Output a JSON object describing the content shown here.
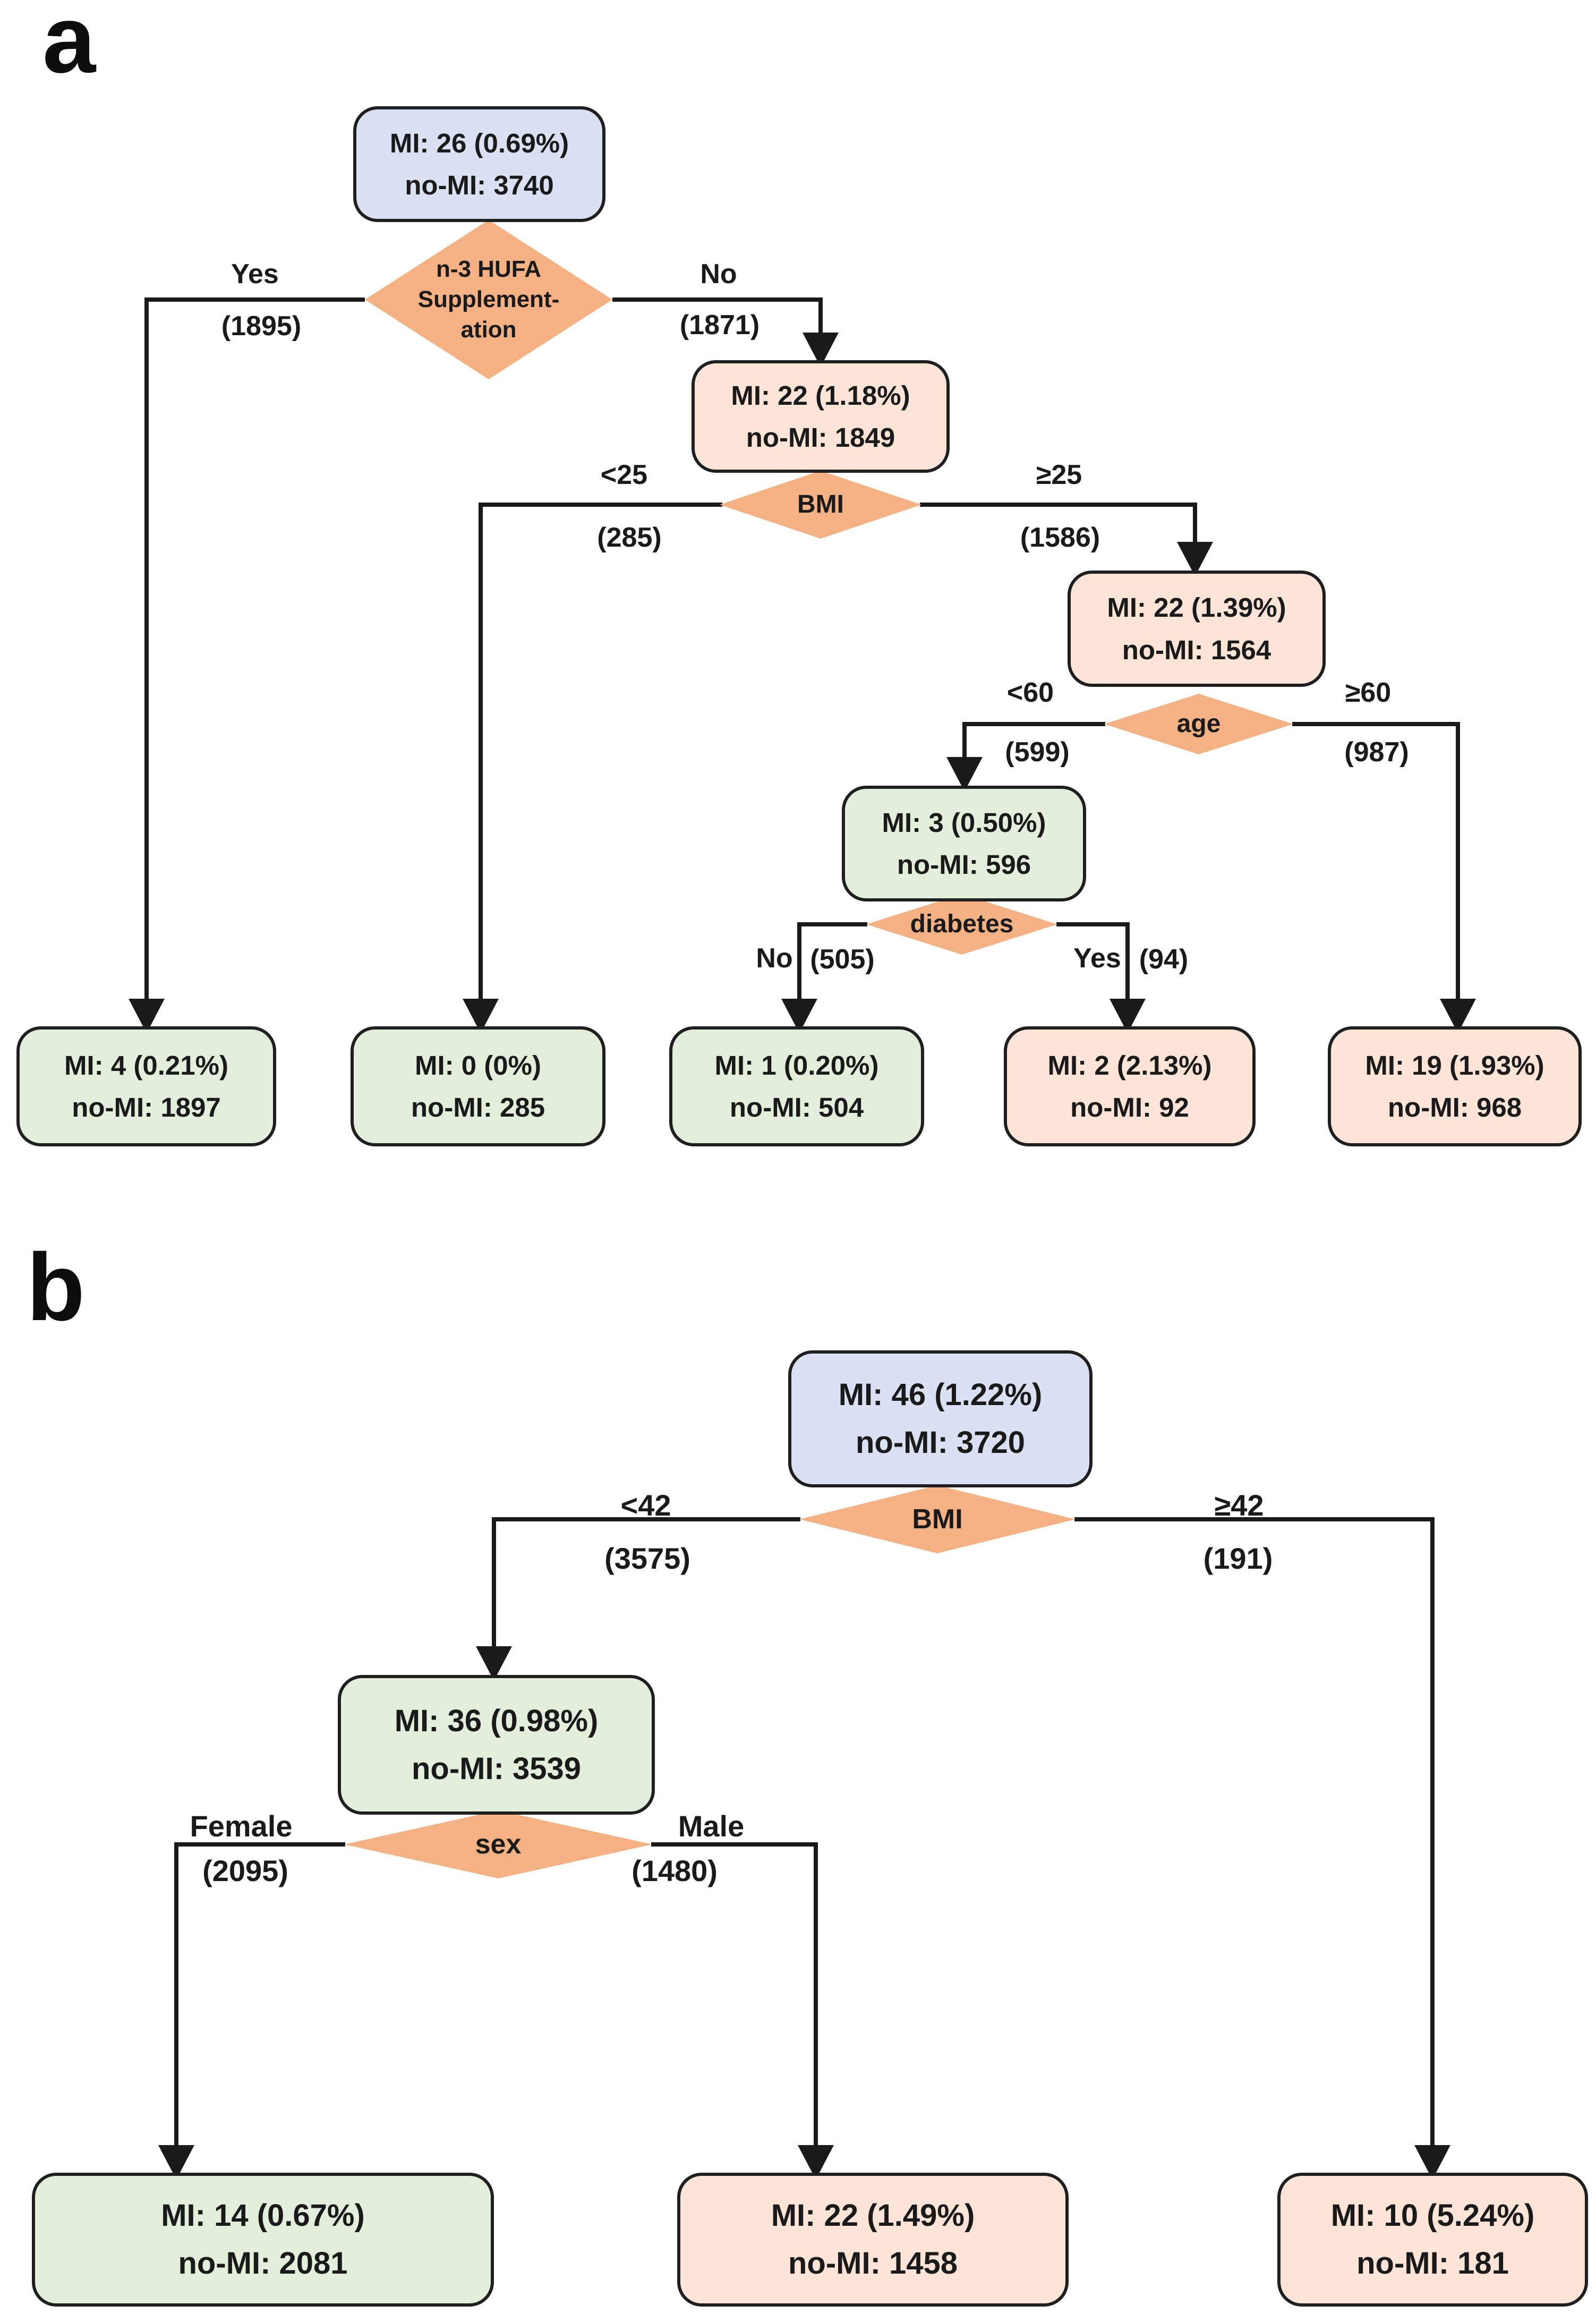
{
  "colors": {
    "root_node": "#d9e1f2",
    "low_risk_node": "#e2efda",
    "high_risk_node": "#fce4d6",
    "split_diamond": "#f4b183",
    "line": "#1a1a1a"
  },
  "panel_a": {
    "panel_label": "a",
    "nodes": {
      "root": {
        "line1": "MI: 26 (0.69%)",
        "line2": "no-MI: 3740"
      },
      "supp_no": {
        "line1": "MI: 22 (1.18%)",
        "line2": "no-MI: 1849"
      },
      "bmi_ge25": {
        "line1": "MI: 22 (1.39%)",
        "line2": "no-MI: 1564"
      },
      "age_lt60": {
        "line1": "MI: 3 (0.50%)",
        "line2": "no-MI: 596"
      },
      "leaf_supp_yes": {
        "line1": "MI: 4 (0.21%)",
        "line2": "no-MI: 1897"
      },
      "leaf_bmi_lt25": {
        "line1": "MI: 0 (0%)",
        "line2": "no-MI: 285"
      },
      "leaf_diab_no": {
        "line1": "MI: 1 (0.20%)",
        "line2": "no-MI: 504"
      },
      "leaf_diab_yes": {
        "line1": "MI: 2 (2.13%)",
        "line2": "no-MI: 92"
      },
      "leaf_age_ge60": {
        "line1": "MI: 19 (1.93%)",
        "line2": "no-MI: 968"
      }
    },
    "splits": {
      "supplementation": {
        "line1": "n-3 HUFA",
        "line2": "Supplement-",
        "line3": "ation"
      },
      "bmi": {
        "label": "BMI"
      },
      "age": {
        "label": "age"
      },
      "diabetes": {
        "label": "diabetes"
      }
    },
    "branches": {
      "supp_yes": {
        "label": "Yes",
        "count": "(1895)"
      },
      "supp_no": {
        "label": "No",
        "count": "(1871)"
      },
      "bmi_lt": {
        "label": "<25",
        "count": "(285)"
      },
      "bmi_ge": {
        "label": "≥25",
        "count": "(1586)"
      },
      "age_lt": {
        "label": "<60",
        "count": "(599)"
      },
      "age_ge": {
        "label": "≥60",
        "count": "(987)"
      },
      "diab_no": {
        "label": "No",
        "count": "(505)"
      },
      "diab_yes": {
        "label": "Yes",
        "count": "(94)"
      }
    }
  },
  "panel_b": {
    "panel_label": "b",
    "nodes": {
      "root": {
        "line1": "MI: 46 (1.22%)",
        "line2": "no-MI: 3720"
      },
      "bmi_lt42": {
        "line1": "MI: 36 (0.98%)",
        "line2": "no-MI: 3539"
      },
      "leaf_female": {
        "line1": "MI: 14 (0.67%)",
        "line2": "no-MI: 2081"
      },
      "leaf_male": {
        "line1": "MI: 22 (1.49%)",
        "line2": "no-MI: 1458"
      },
      "leaf_bmi_ge": {
        "line1": "MI: 10 (5.24%)",
        "line2": "no-MI: 181"
      }
    },
    "splits": {
      "bmi": {
        "label": "BMI"
      },
      "sex": {
        "label": "sex"
      }
    },
    "branches": {
      "bmi_lt": {
        "label": "<42",
        "count": "(3575)"
      },
      "bmi_ge": {
        "label": "≥42",
        "count": "(191)"
      },
      "female": {
        "label": "Female",
        "count": "(2095)"
      },
      "male": {
        "label": "Male",
        "count": "(1480)"
      }
    }
  }
}
